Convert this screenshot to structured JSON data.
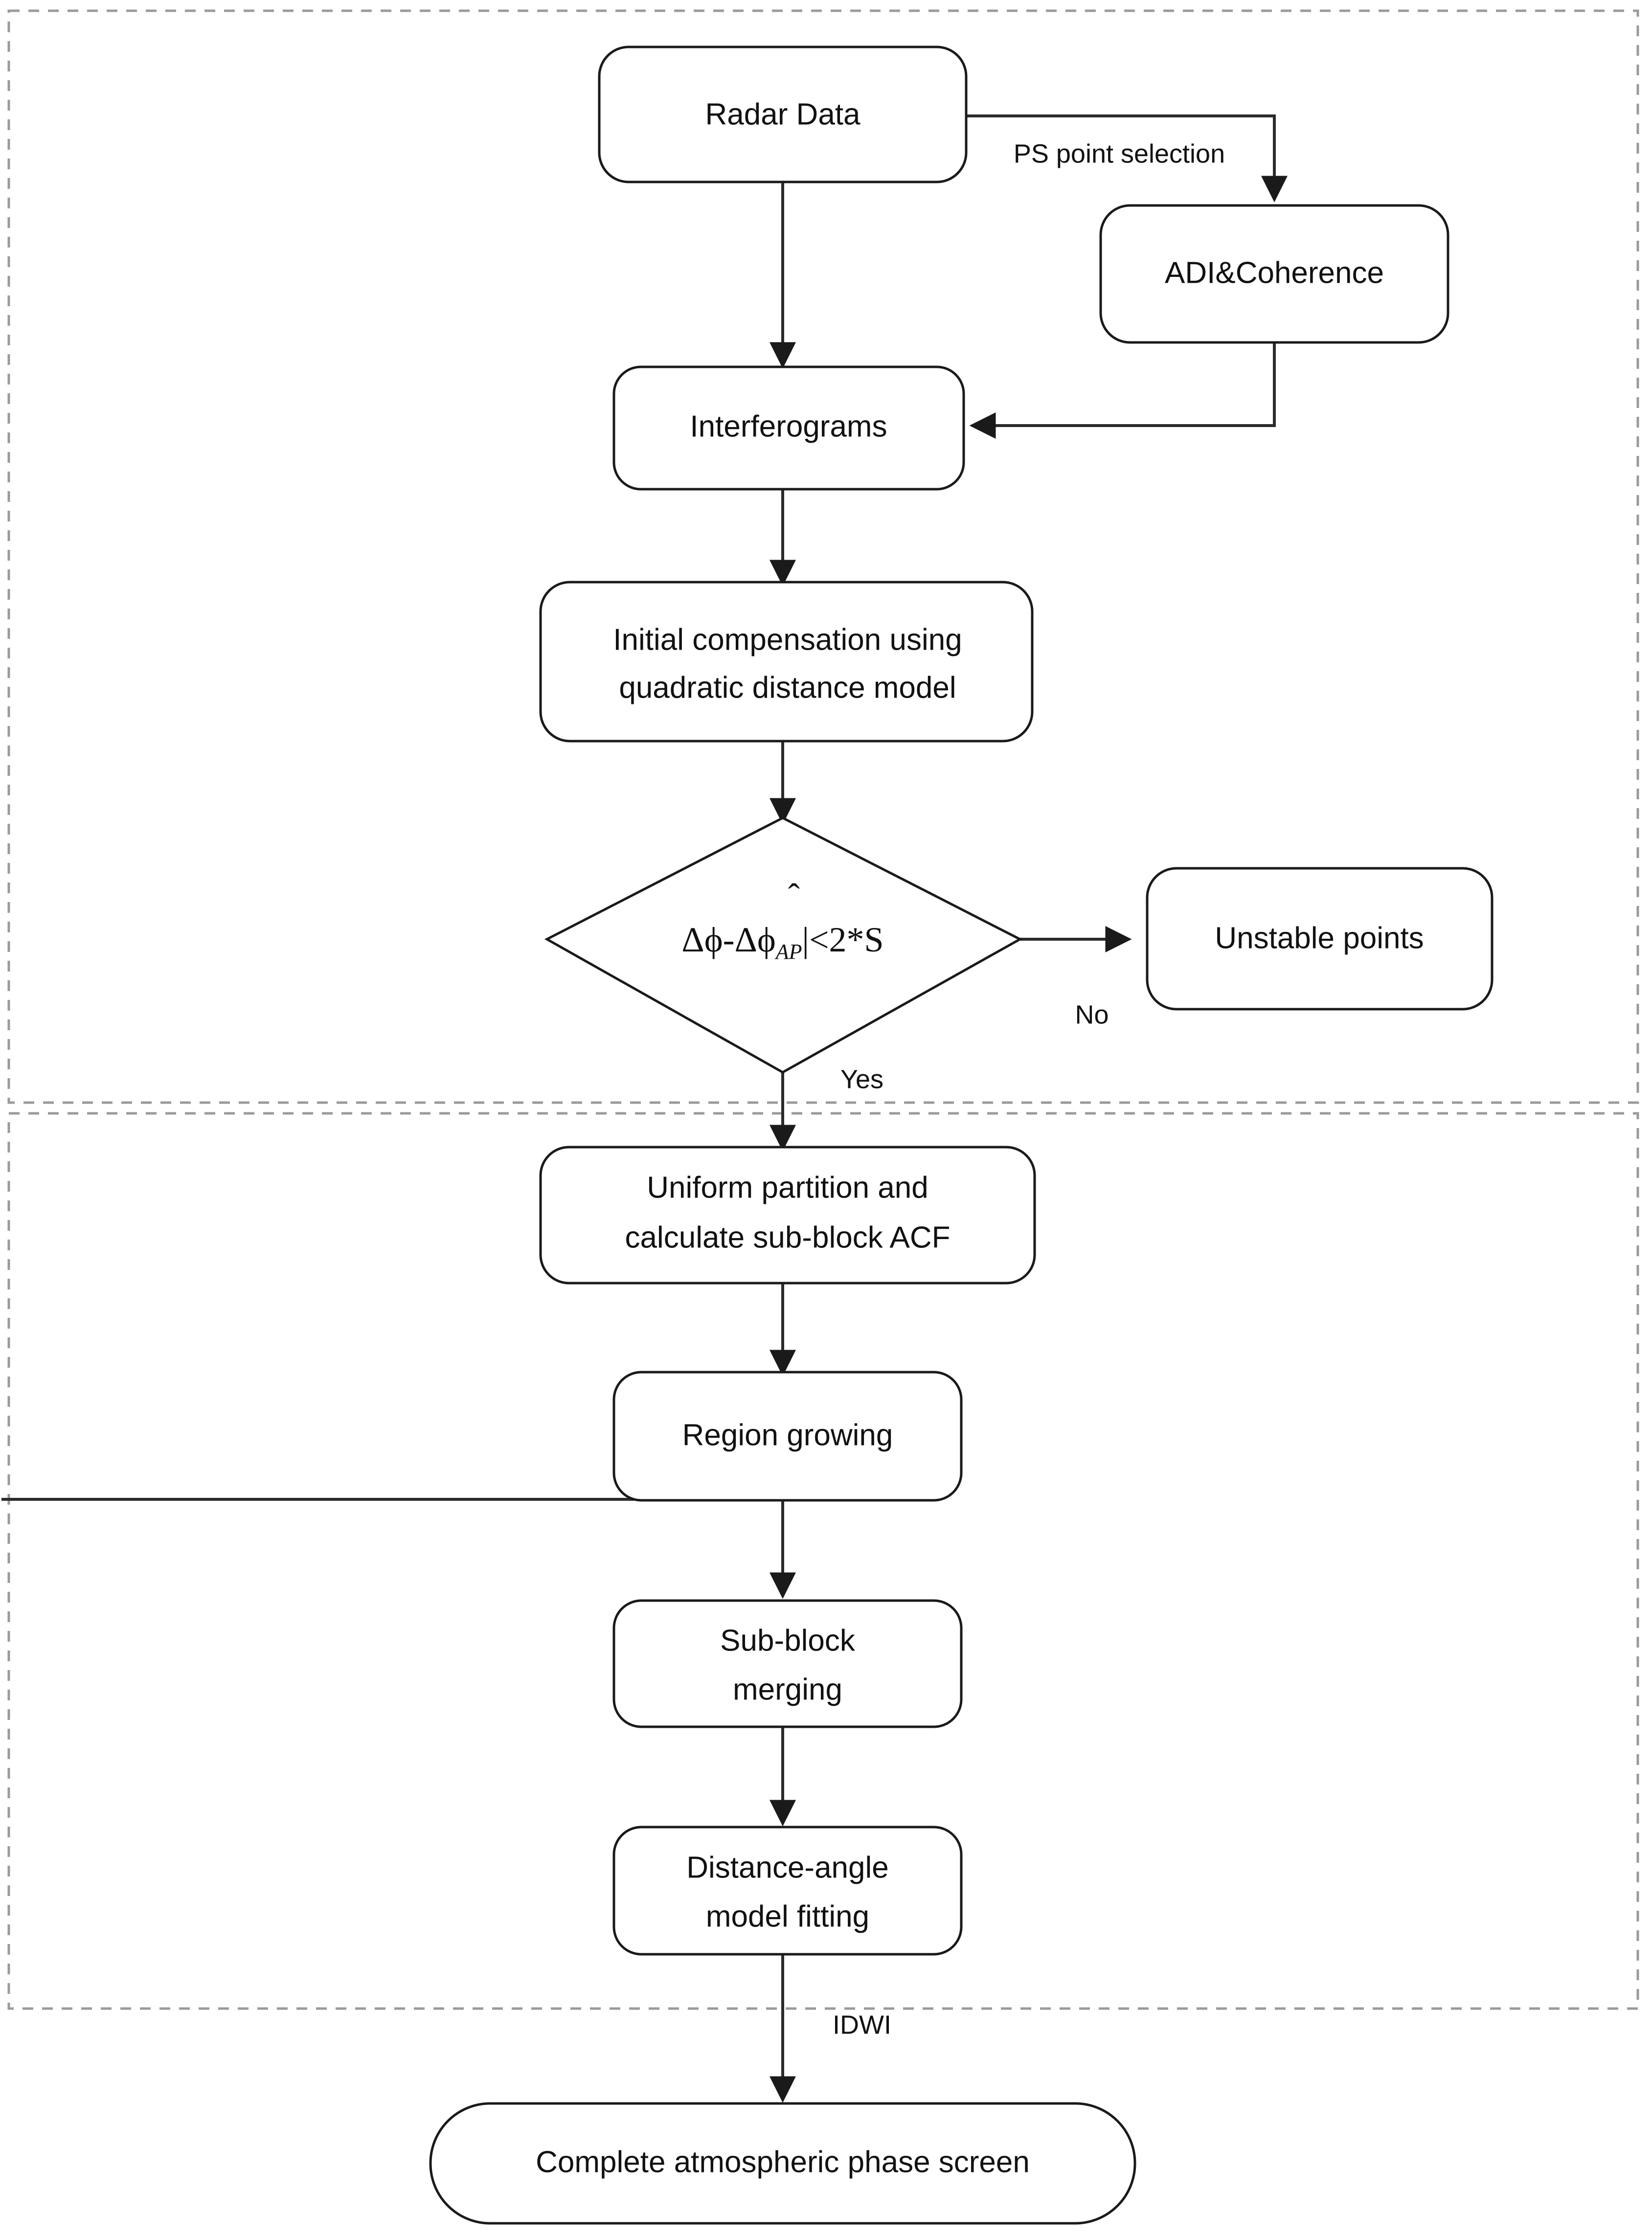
{
  "diagram": {
    "title_present": false,
    "type": "flowchart",
    "background_color": "#ffffff",
    "node_border_color": "#1a1a1a",
    "group_border_color": "#9a9a9a",
    "edge_color": "#2b2b2b"
  },
  "nodes": {
    "radar_data": {
      "label": "Radar Data",
      "shape": "rounded-rect"
    },
    "adi_coherence": {
      "label": "ADI&Coherence",
      "shape": "rounded-rect"
    },
    "interferograms": {
      "label": "Interferograms",
      "shape": "rounded-rect"
    },
    "initial_compensation": {
      "line1": "Initial compensation using",
      "line2": "quadratic distance model",
      "shape": "rounded-rect"
    },
    "decision": {
      "shape": "diamond",
      "formula_parts": {
        "lead": "Δϕ-Δϕ",
        "hat": "ˆ",
        "subscript": "AP",
        "tail": "|<2*S"
      },
      "formula_plain": "Δϕ-Δϕ̂_AP|<2*S"
    },
    "unstable_points": {
      "label": "Unstable points",
      "shape": "rounded-rect"
    },
    "uniform_partition": {
      "line1": "Uniform partition and",
      "line2": "calculate sub-block ACF",
      "shape": "rounded-rect"
    },
    "region_growing": {
      "label": "Region growing",
      "shape": "rounded-rect"
    },
    "sub_block_merging": {
      "line1": "Sub-block",
      "line2": "merging",
      "shape": "rounded-rect"
    },
    "distance_angle_fitting": {
      "line1": "Distance-angle",
      "line2": "model fitting",
      "shape": "rounded-rect"
    },
    "complete_aps": {
      "label": "Complete atmospheric phase screen",
      "shape": "stadium"
    }
  },
  "edge_labels": {
    "ps_point_selection": "PS point selection",
    "no": "No",
    "yes": "Yes",
    "idwi": "IDWI"
  },
  "groups": {
    "upper": {
      "style": "dashed",
      "label": ""
    },
    "lower": {
      "style": "dashed",
      "label": ""
    }
  }
}
